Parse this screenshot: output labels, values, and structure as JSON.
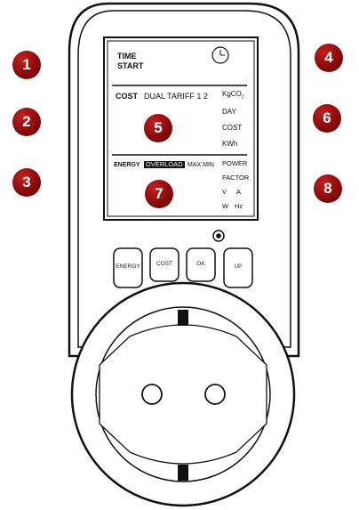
{
  "device": {
    "callouts": [
      "1",
      "2",
      "3",
      "4",
      "5",
      "6",
      "7",
      "8"
    ],
    "badge_color": "#8b0a0a",
    "display": {
      "time_label": "TIME",
      "start_label": "START",
      "clock_icon": "clock-icon",
      "cost_label": "COST",
      "tariff_label": "DUAL TARIFF 1 2",
      "kgco2_label": "KgCO",
      "kgco2_sub": "2",
      "day_label": "DAY",
      "cost_unit_label": "COST",
      "kwh_label": "KWh",
      "energy_label": "ENERGY",
      "overload_label": "OVERLOAD",
      "maxmin_label": "MAX MIN",
      "power_label": "POWER",
      "factor_label": "FACTOR",
      "v_label": "V",
      "a_label": "A",
      "w_label": "W",
      "hz_label": "Hz"
    },
    "buttons": {
      "energy": "ENERGY",
      "cost": "COST",
      "ok": "OK",
      "up": "UP"
    }
  }
}
